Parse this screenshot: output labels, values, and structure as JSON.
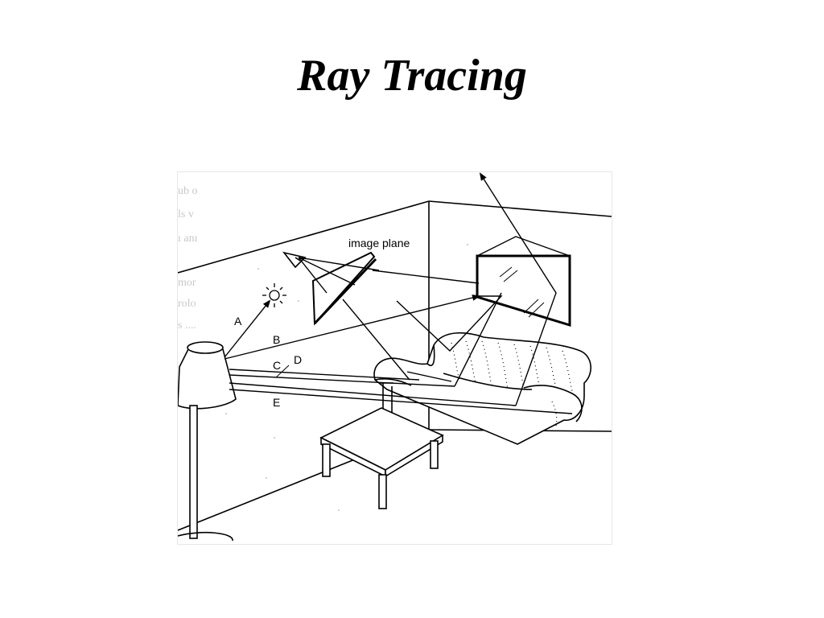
{
  "slide": {
    "title": "Ray Tracing"
  },
  "figure": {
    "labels": {
      "image_plane": "image plane",
      "ray_a": "A",
      "ray_b": "B",
      "ray_c": "C",
      "ray_d": "D",
      "ray_e": "E"
    },
    "colors": {
      "ink": "#000000",
      "background": "#ffffff"
    }
  }
}
